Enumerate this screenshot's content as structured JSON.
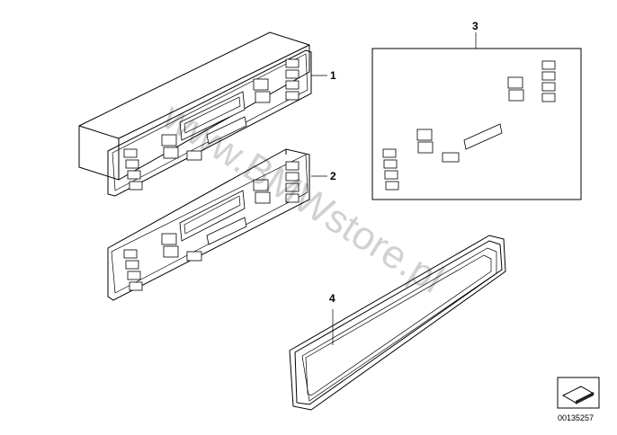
{
  "callouts": {
    "item_1": "1",
    "item_2": "2",
    "item_3": "3",
    "item_4": "4"
  },
  "watermark": "www.BMWstore.pl",
  "diagram_number": "00135257",
  "colors": {
    "line": "#000000",
    "background": "#ffffff"
  }
}
